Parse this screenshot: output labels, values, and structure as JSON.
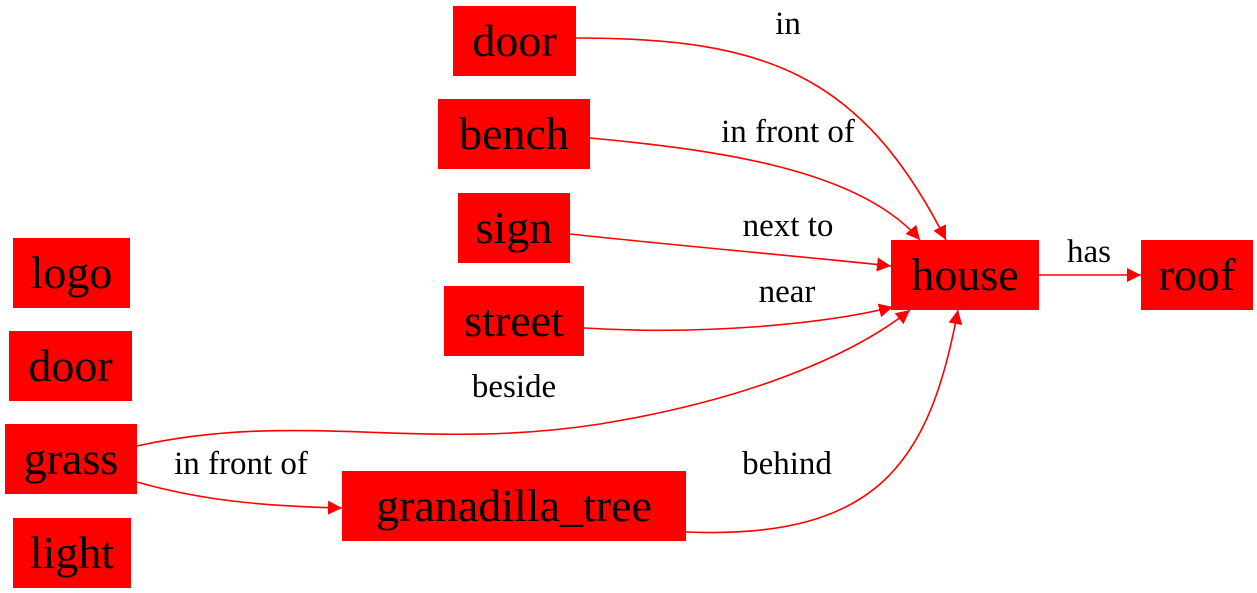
{
  "colors": {
    "node_fill": "#ff0000",
    "edge": "#ff0000",
    "text": "#000000"
  },
  "nodes": {
    "door_top": "door",
    "bench": "bench",
    "sign": "sign",
    "street": "street",
    "house": "house",
    "roof": "roof",
    "logo": "logo",
    "door_left": "door",
    "grass": "grass",
    "light": "light",
    "granadilla_tree": "granadilla_tree"
  },
  "edges": {
    "door_in_house": "in",
    "bench_in_front_of_house": "in front of",
    "sign_next_to_house": "next to",
    "street_near_house": "near",
    "grass_beside_house": "beside",
    "grass_in_front_of_tree": "in front of",
    "tree_behind_house": "behind",
    "house_has_roof": "has"
  }
}
